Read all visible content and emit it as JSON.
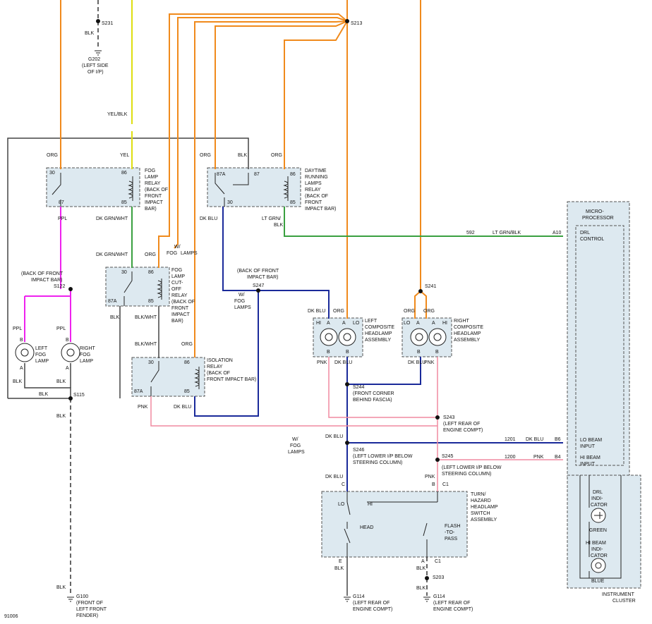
{
  "diagram_id": "91006",
  "splices": {
    "s231": "S231",
    "s213": "S213",
    "s122": "S122",
    "s115": "S115",
    "s247": "S247",
    "s241": "S241",
    "s244": "S244",
    "s243": "S243",
    "s246": "S246",
    "s245": "S245",
    "s203": "S203"
  },
  "grounds": {
    "g202": {
      "id": "G202",
      "loc1": "(LEFT SIDE",
      "loc2": "OF I/P)"
    },
    "g100": {
      "id": "G100",
      "loc1": "(FRONT OF",
      "loc2": "LEFT FRONT",
      "loc3": "FENDER)"
    },
    "g114a": {
      "id": "G114",
      "loc1": "(LEFT REAR OF",
      "loc2": "ENGINE COMPT)"
    },
    "g114b": {
      "id": "G114",
      "loc1": "(LEFT REAR OF",
      "loc2": "ENGINE COMPT)"
    }
  },
  "wires": {
    "blk": "BLK",
    "org": "ORG",
    "yel": "YEL",
    "yel_blk": "YEL/BLK",
    "ppl": "PPL",
    "dk_grn_wht": "DK GRN/WHT",
    "blk_wht": "BLK/WHT",
    "dk_blu": "DK BLU",
    "lt_grn": "LT GRN/",
    "lt_grn_blk": "LT GRN/BLK",
    "pnk": "PNK",
    "w_fog_lamps_1": "W/",
    "w_fog_lamps_2": "FOG",
    "w_fog_lamps_3": "LAMPS"
  },
  "circuits": {
    "c592": "592",
    "c1201": "1201",
    "c1200": "1200"
  },
  "pins": {
    "p30": "30",
    "p86": "86",
    "p87": "87",
    "p85": "85",
    "p87a": "87A",
    "a": "A",
    "b": "B",
    "c": "C",
    "e": "E",
    "a10": "A10",
    "b6": "B6",
    "b4": "B4",
    "c1": "C1",
    "hi": "HI",
    "lo": "LO"
  },
  "components": {
    "fog_relay": [
      "FOG",
      "LAMP",
      "RELAY",
      "(BACK OF",
      "FRONT",
      "IMPACT",
      "BAR)"
    ],
    "drl_relay": [
      "DAYTIME",
      "RUNNING",
      "LAMPS",
      "RELAY",
      "(BACK OF",
      "FRONT",
      "IMPACT BAR)"
    ],
    "fog_cutoff_relay": [
      "FOG",
      "LAMP",
      "CUT-",
      "OFF",
      "RELAY",
      "(BACK OF",
      "FRONT",
      "IMPACT",
      "BAR)"
    ],
    "isolation_relay": [
      "ISOLATION",
      "RELAY",
      "(BACK OF",
      "FRONT IMPACT BAR)"
    ],
    "left_fog_lamp": [
      "LEFT",
      "FOG",
      "LAMP"
    ],
    "right_fog_lamp": [
      "RIGHT",
      "FOG",
      "LAMP"
    ],
    "left_headlamp": [
      "LEFT",
      "COMPOSITE",
      "HEADLAMP",
      "ASSEMBLY"
    ],
    "right_headlamp": [
      "RIGHT",
      "COMPOSITE",
      "HEADLAMP",
      "ASSEMBLY"
    ],
    "turn_switch": [
      "TURN/",
      "HAZARD",
      "HEADLAMP",
      "SWITCH",
      "ASSEMBLY"
    ],
    "microprocessor": [
      "MICRO-",
      "PROCESSOR"
    ],
    "drl_control": [
      "DRL",
      "CONTROL"
    ],
    "lo_beam_input": [
      "LO BEAM",
      "INPUT"
    ],
    "hi_beam_input": [
      "HI BEAM",
      "INPUT"
    ],
    "drl_indicator": [
      "DRL",
      "INDI-",
      "CATOR"
    ],
    "hi_beam_indicator": [
      "HI BEAM",
      "INDI-",
      "CATOR"
    ],
    "green": "GREEN",
    "blue": "BLUE",
    "instrument_cluster": [
      "INSTRUMENT",
      "CLUSTER"
    ]
  },
  "locations": {
    "back_front_impact_bar_1": [
      "(BACK OF FRONT",
      "IMPACT BAR)"
    ],
    "back_front_impact_bar_2": [
      "(BACK OF FRONT",
      "IMPACT BAR)"
    ],
    "s244_loc": [
      "(FRONT CORNER",
      "BEHIND FASCIA)"
    ],
    "s243_loc": [
      "(LEFT REAR OF",
      "ENGINE COMPT)"
    ],
    "s246_loc": [
      "(LEFT LOWER I/P BELOW",
      "STEERING COLUMN)"
    ],
    "s245_loc": [
      "(LEFT LOWER I/P BELOW",
      "STEERING COLUMN)"
    ]
  },
  "switch_labels": {
    "lo": "LO",
    "hi": "HI",
    "head": "HEAD",
    "flash": [
      "FLASH",
      "-TO-",
      "PASS"
    ]
  }
}
